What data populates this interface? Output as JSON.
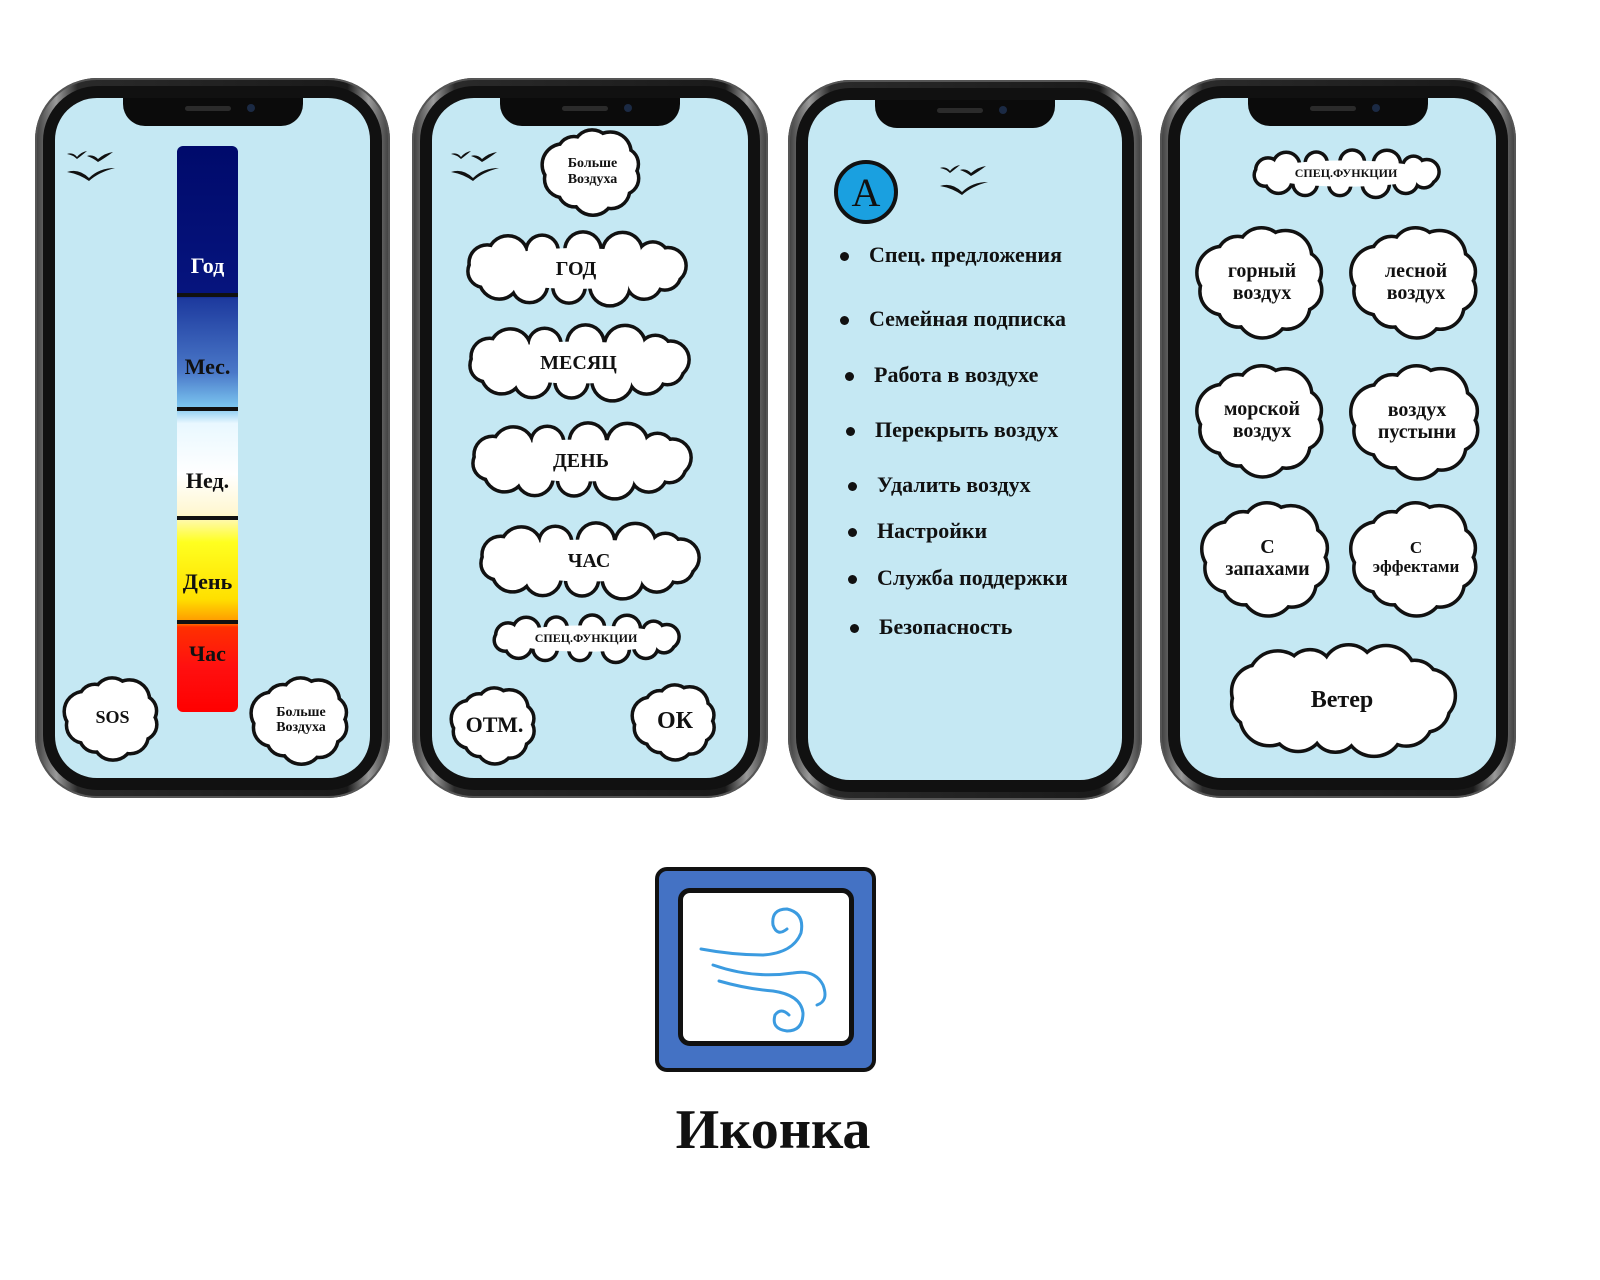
{
  "screens": {
    "timeline": {
      "bar_labels": [
        "Год",
        "Мес.",
        "Нед.",
        "День",
        "Час"
      ],
      "sos_label": "SOS",
      "more_air_label": "Больше\nВоздуха"
    },
    "plans": {
      "more_air_label": "Больше\nВоздуха",
      "options": [
        "ГОД",
        "МЕСЯЦ",
        "ДЕНЬ",
        "ЧАС"
      ],
      "special_label": "СПЕЦ.ФУНКЦИИ",
      "cancel_label": "ОТМ.",
      "ok_label": "ОК"
    },
    "menu": {
      "avatar_letter": "A",
      "items": [
        "Спец. предложения",
        "Семейная подписка",
        "Работа в воздухе",
        "Перекрыть воздух",
        "Удалить воздух",
        "Настройки",
        "Служба поддержки",
        "Безопасность"
      ]
    },
    "special": {
      "title": "СПЕЦ.ФУНКЦИИ",
      "options": [
        "горный\nвоздух",
        "лесной\nвоздух",
        "морской\nвоздух",
        "воздух\nпустыни",
        "С\nзапахами",
        "С\nэффектами"
      ],
      "wind_label": "Ветер"
    }
  },
  "icon_caption": "Иконка",
  "colors": {
    "screen_bg": "#c5e8f3",
    "avatar": "#1aa0e0",
    "icon_frame": "#4472c4",
    "wind": "#3b9be0"
  }
}
